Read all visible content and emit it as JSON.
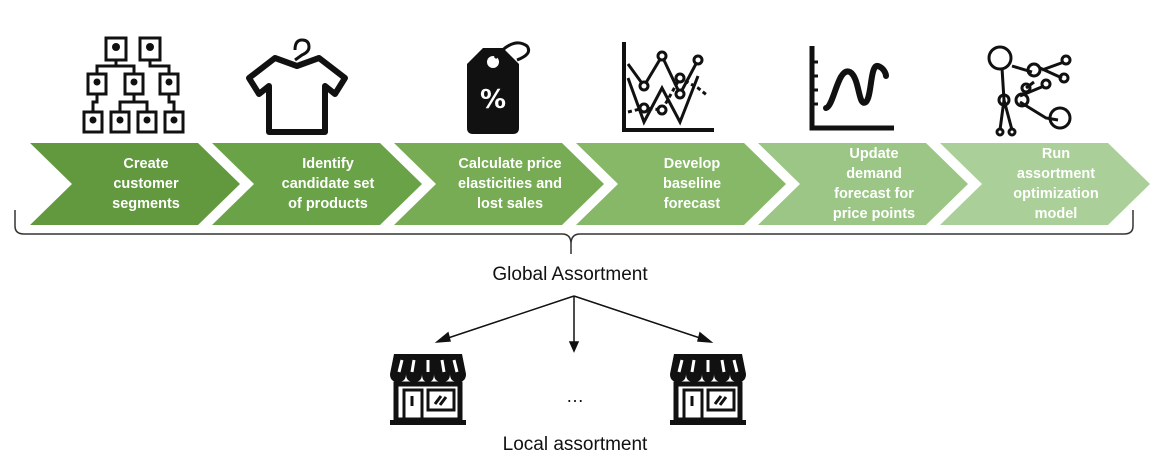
{
  "steps": [
    {
      "label": "Create\ncustomer\nsegments",
      "icon": "org-hierarchy-icon",
      "color": "#62993e"
    },
    {
      "label": "Identify\ncandidate set\nof products",
      "icon": "tshirt-hanger-icon",
      "color": "#6aa247"
    },
    {
      "label": "Calculate price\nelasticities and\nlost sales",
      "icon": "price-tag-percent-icon",
      "color": "#77ac55"
    },
    {
      "label": "Develop\nbaseline\nforecast",
      "icon": "line-chart-icon",
      "color": "#86b867"
    },
    {
      "label": "Update\ndemand\nforecast for\nprice points",
      "icon": "trend-curve-icon",
      "color": "#9bc685"
    },
    {
      "label": "Run\nassortment\noptimization\nmodel",
      "icon": "network-nodes-icon",
      "color": "#aacf98"
    }
  ],
  "global_label": "Global Assortment",
  "local_label": "Local assortment",
  "ellipsis": "…",
  "store_icon": "storefront-icon"
}
